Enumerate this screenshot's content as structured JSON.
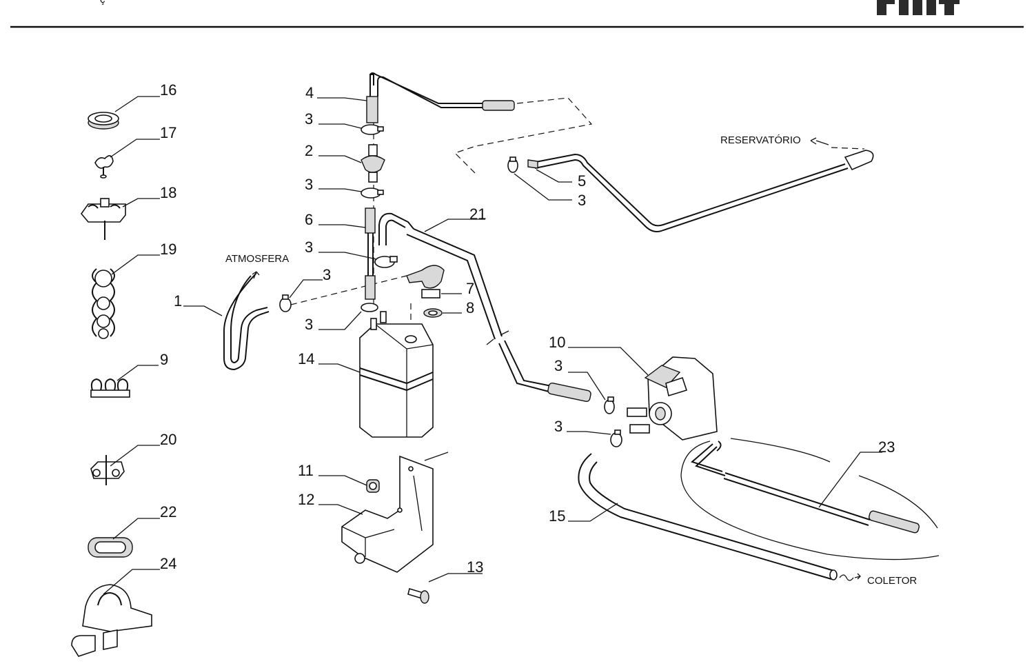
{
  "header": {
    "corner_text": "ç",
    "brand": "FIAT",
    "brand_color": "#2b2b2b",
    "rule_color": "#111111"
  },
  "callouts": {
    "n1": "1",
    "n2": "2",
    "n3": "3",
    "n4": "4",
    "n5": "5",
    "n6": "6",
    "n7": "7",
    "n8": "8",
    "n9": "9",
    "n10": "10",
    "n11": "11",
    "n12": "12",
    "n13": "13",
    "n14": "14",
    "n15": "15",
    "n16": "16",
    "n17": "17",
    "n18": "18",
    "n19": "19",
    "n20": "20",
    "n21": "21",
    "n22": "22",
    "n23": "23",
    "n24": "24"
  },
  "annotations": {
    "atmosfera": "ATMOSFERA",
    "reservatorio": "RESERVATÓRIO",
    "coletor": "COLETOR"
  }
}
